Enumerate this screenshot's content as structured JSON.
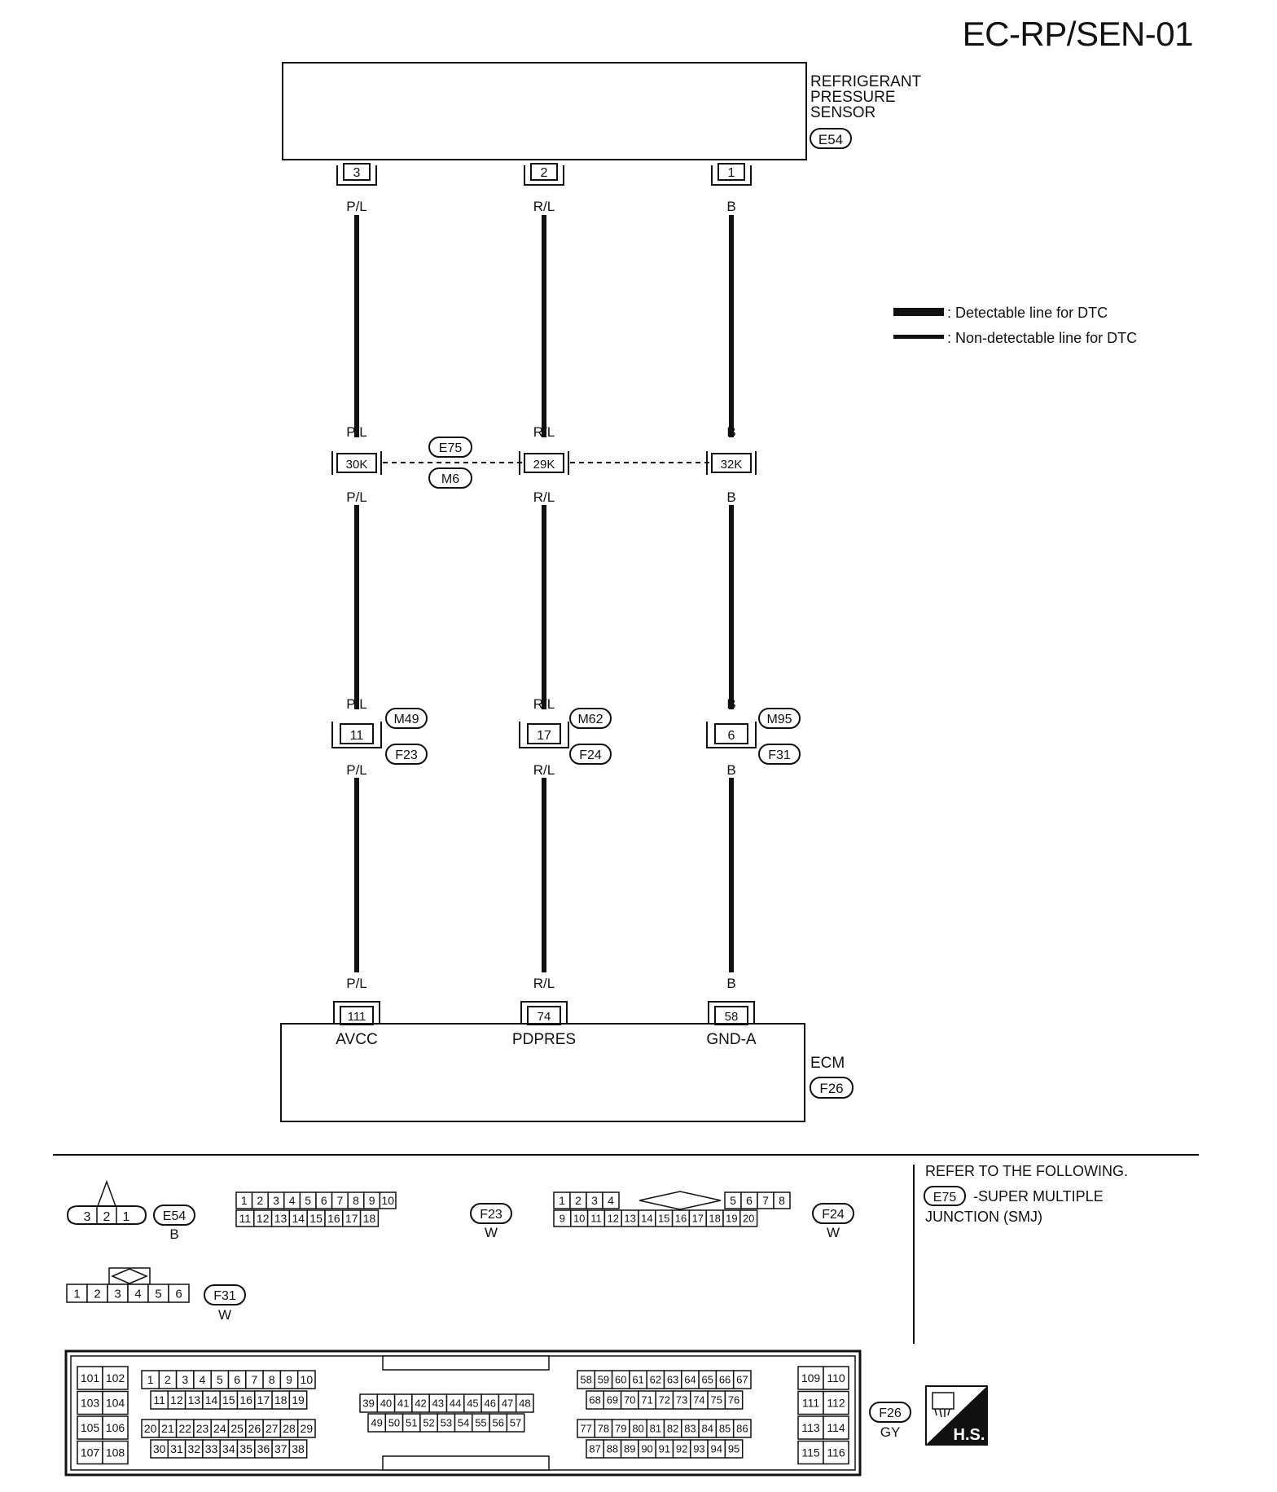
{
  "header": {
    "page_code": "EC-RP/SEN-01"
  },
  "sensor": {
    "name_lines": [
      "REFRIGERANT",
      "PRESSURE",
      "SENSOR"
    ],
    "connector_id": "E54",
    "pins": [
      "3",
      "2",
      "1"
    ]
  },
  "legend": {
    "detectable": ": Detectable line for DTC",
    "non_detectable": ": Non-detectable line for DTC"
  },
  "wires": [
    {
      "color": "P/L",
      "junction_pin": "30K",
      "joint_pin": "11",
      "ecm_pin": "111",
      "ecm_label": "AVCC"
    },
    {
      "color": "R/L",
      "junction_pin": "29K",
      "joint_pin": "17",
      "ecm_pin": "74",
      "ecm_label": "PDPRES"
    },
    {
      "color": "B",
      "junction_pin": "32K",
      "joint_pin": "6",
      "ecm_pin": "58",
      "ecm_label": "GND-A"
    }
  ],
  "junction": {
    "connector_top": "E75",
    "connector_bottom": "M6"
  },
  "joints": [
    {
      "top": "M49",
      "bottom": "F23"
    },
    {
      "top": "M62",
      "bottom": "F24"
    },
    {
      "top": "M95",
      "bottom": "F31"
    }
  ],
  "ecm": {
    "name": "ECM",
    "connector_id": "F26"
  },
  "connector_views": {
    "e54": {
      "id": "E54",
      "color": "B",
      "pins": [
        "3",
        "2",
        "1"
      ]
    },
    "f23": {
      "id": "F23",
      "color": "W",
      "top": [
        "1",
        "2",
        "3",
        "4",
        "5",
        "6",
        "7",
        "8",
        "9",
        "10"
      ],
      "bottom": [
        "11",
        "12",
        "13",
        "14",
        "15",
        "16",
        "17",
        "18"
      ]
    },
    "f24": {
      "id": "F24",
      "color": "W",
      "top_left": [
        "1",
        "2",
        "3",
        "4"
      ],
      "top_right": [
        "5",
        "6",
        "7",
        "8"
      ],
      "bottom": [
        "9",
        "10",
        "11",
        "12",
        "13",
        "14",
        "15",
        "16",
        "17",
        "18",
        "19",
        "20"
      ]
    },
    "f31": {
      "id": "F31",
      "color": "W",
      "pins": [
        "1",
        "2",
        "3",
        "4",
        "5",
        "6"
      ]
    },
    "f26": {
      "id": "F26",
      "color": "GY",
      "left_block": [
        [
          "101",
          "102"
        ],
        [
          "103",
          "104"
        ],
        [
          "105",
          "106"
        ],
        [
          "107",
          "108"
        ]
      ],
      "block_a": [
        [
          "1",
          "2",
          "3",
          "4",
          "5",
          "6",
          "7",
          "8",
          "9",
          "10"
        ],
        [
          "11",
          "12",
          "13",
          "14",
          "15",
          "16",
          "17",
          "18",
          "19"
        ],
        [
          "20",
          "21",
          "22",
          "23",
          "24",
          "25",
          "26",
          "27",
          "28",
          "29"
        ],
        [
          "30",
          "31",
          "32",
          "33",
          "34",
          "35",
          "36",
          "37",
          "38"
        ]
      ],
      "block_b": [
        [
          "39",
          "40",
          "41",
          "42",
          "43",
          "44",
          "45",
          "46",
          "47",
          "48"
        ],
        [
          "49",
          "50",
          "51",
          "52",
          "53",
          "54",
          "55",
          "56",
          "57"
        ]
      ],
      "block_c": [
        [
          "58",
          "59",
          "60",
          "61",
          "62",
          "63",
          "64",
          "65",
          "66",
          "67"
        ],
        [
          "68",
          "69",
          "70",
          "71",
          "72",
          "73",
          "74",
          "75",
          "76"
        ],
        [
          "77",
          "78",
          "79",
          "80",
          "81",
          "82",
          "83",
          "84",
          "85",
          "86"
        ],
        [
          "87",
          "88",
          "89",
          "90",
          "91",
          "92",
          "93",
          "94",
          "95"
        ]
      ],
      "right_block": [
        [
          "109",
          "110"
        ],
        [
          "111",
          "112"
        ],
        [
          "113",
          "114"
        ],
        [
          "115",
          "116"
        ]
      ]
    }
  },
  "reference": {
    "heading": "REFER TO THE FOLLOWING.",
    "connector_id": "E75",
    "text_line1": "-SUPER MULTIPLE",
    "text_line2": "JUNCTION (SMJ)"
  },
  "hs_badge": "H.S."
}
